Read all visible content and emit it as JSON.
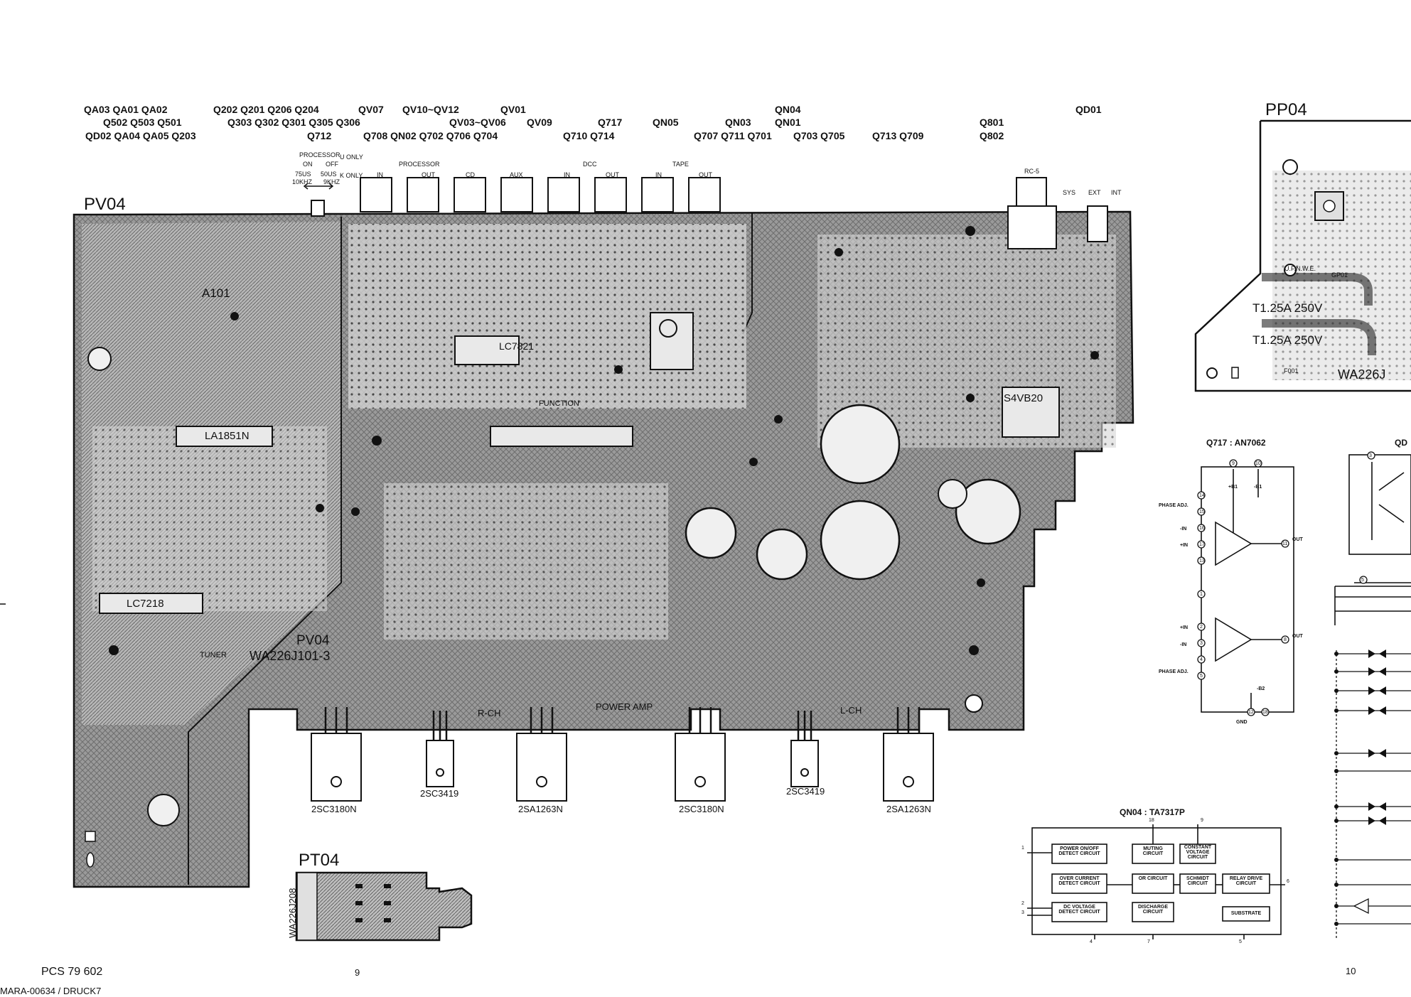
{
  "header": {
    "row1": [
      "QA03 QA01 QA02",
      "Q202 Q201 Q206 Q204",
      "QV07",
      "QV10~QV12",
      "QV01",
      "QN04",
      "QD01"
    ],
    "row2": [
      "Q502 Q503 Q501",
      "Q303 Q302 Q301 Q305 Q306",
      "QV03~QV06",
      "QV09",
      "Q717",
      "QN05",
      "QN03",
      "QN01",
      "Q801"
    ],
    "row3": [
      "QD02 QA04 QA05 Q203",
      "Q712",
      "Q708 QN02 Q702 Q706 Q704",
      "Q710 Q714",
      "Q707 Q711 Q701",
      "Q703 Q705",
      "Q713 Q709",
      "Q802"
    ]
  },
  "jacks": {
    "processor_group": "PROCESSOR",
    "processor_in": "IN",
    "processor_out": "OUT",
    "cd": "CD",
    "aux": "AUX",
    "dcc_group": "DCC",
    "dcc_in": "IN",
    "dcc_out": "OUT",
    "tape_group": "TAPE",
    "tape_in": "IN",
    "tape_out": "OUT",
    "rc5": "RC-5",
    "sys": "SYS",
    "ext": "EXT",
    "int": "INT"
  },
  "switch_labels": {
    "processor": "PROCESSOR",
    "on": "ON",
    "off": "OFF",
    "us75": "75US",
    "us50": "50US",
    "khz10": "10KHZ",
    "khz9": "9KHZ",
    "u_only": "U ONLY",
    "k_only": "K ONLY"
  },
  "boards": {
    "pv04": "PV04",
    "pp04": "PP04",
    "pt04": "PT04",
    "pv04_inner": "PV04",
    "pv04_part": "WA226J101-3",
    "pt04_part": "WA226J208",
    "pp04_part": "WA226J"
  },
  "board_marks": {
    "a101": "A101",
    "la1851n": "LA1851N",
    "lc7218": "LC7218",
    "lc7821": "LC7821",
    "function": "FUNCTION",
    "s4vb20": "S4VB20",
    "tuner": "TUNER",
    "power_amp": "POWER AMP",
    "r_ch": "R-CH",
    "l_ch": "L-CH",
    "fuse1": "T1.25A 250V",
    "fuse2": "T1.25A 250V",
    "u_f_n_w_e": "U.F.N.W.E.",
    "gp01": "GP01",
    "f001": "F001"
  },
  "transistors": [
    {
      "label": "2SC3180N"
    },
    {
      "label": "2SC3419"
    },
    {
      "label": "2SA1263N"
    },
    {
      "label": "2SC3180N"
    },
    {
      "label": "2SC3419"
    },
    {
      "label": "2SA1263N"
    }
  ],
  "q717": {
    "title": "Q717 : AN7062",
    "phase_adj_1": "PHASE ADJ.",
    "phase_adj_2": "PHASE ADJ.",
    "plus_b1": "+B1",
    "minus_b1": "-B1",
    "minus_b2": "-B2",
    "gnd": "GND",
    "minus_in_1": "-IN",
    "plus_in_1": "+IN",
    "plus_in_2": "+IN",
    "minus_in_2": "-IN",
    "out_1": "OUT",
    "out_2": "OUT",
    "pins": [
      "14",
      "15",
      "16",
      "17",
      "13",
      "1",
      "2",
      "3",
      "4",
      "5",
      "9",
      "10",
      "11",
      "8",
      "12",
      "18"
    ]
  },
  "qn04": {
    "title": "QN04 : TA7317P",
    "blocks": [
      "POWER ON/OFF DETECT CIRCUIT",
      "MUTING CIRCUIT",
      "CONSTANT VOLTAGE CIRCUIT",
      "OVER CURRENT DETECT CIRCUIT",
      "OR CIRCUIT",
      "SCHMIDT CIRCUIT",
      "RELAY DRIVE CIRCUIT",
      "DC VOLTAGE DETECT CIRCUIT",
      "DISCHARGE CIRCUIT",
      "SUBSTRATE"
    ],
    "pins": [
      "18",
      "9",
      "1",
      "2",
      "3",
      "6",
      "4",
      "7",
      "5"
    ]
  },
  "qd_partial": {
    "label": "QD",
    "pins": [
      "3",
      "5"
    ]
  },
  "footer": {
    "model": "PCS 79 602",
    "doc": "MARA-00634 / DRUCK7",
    "page_left": "9",
    "page_right": "10"
  }
}
